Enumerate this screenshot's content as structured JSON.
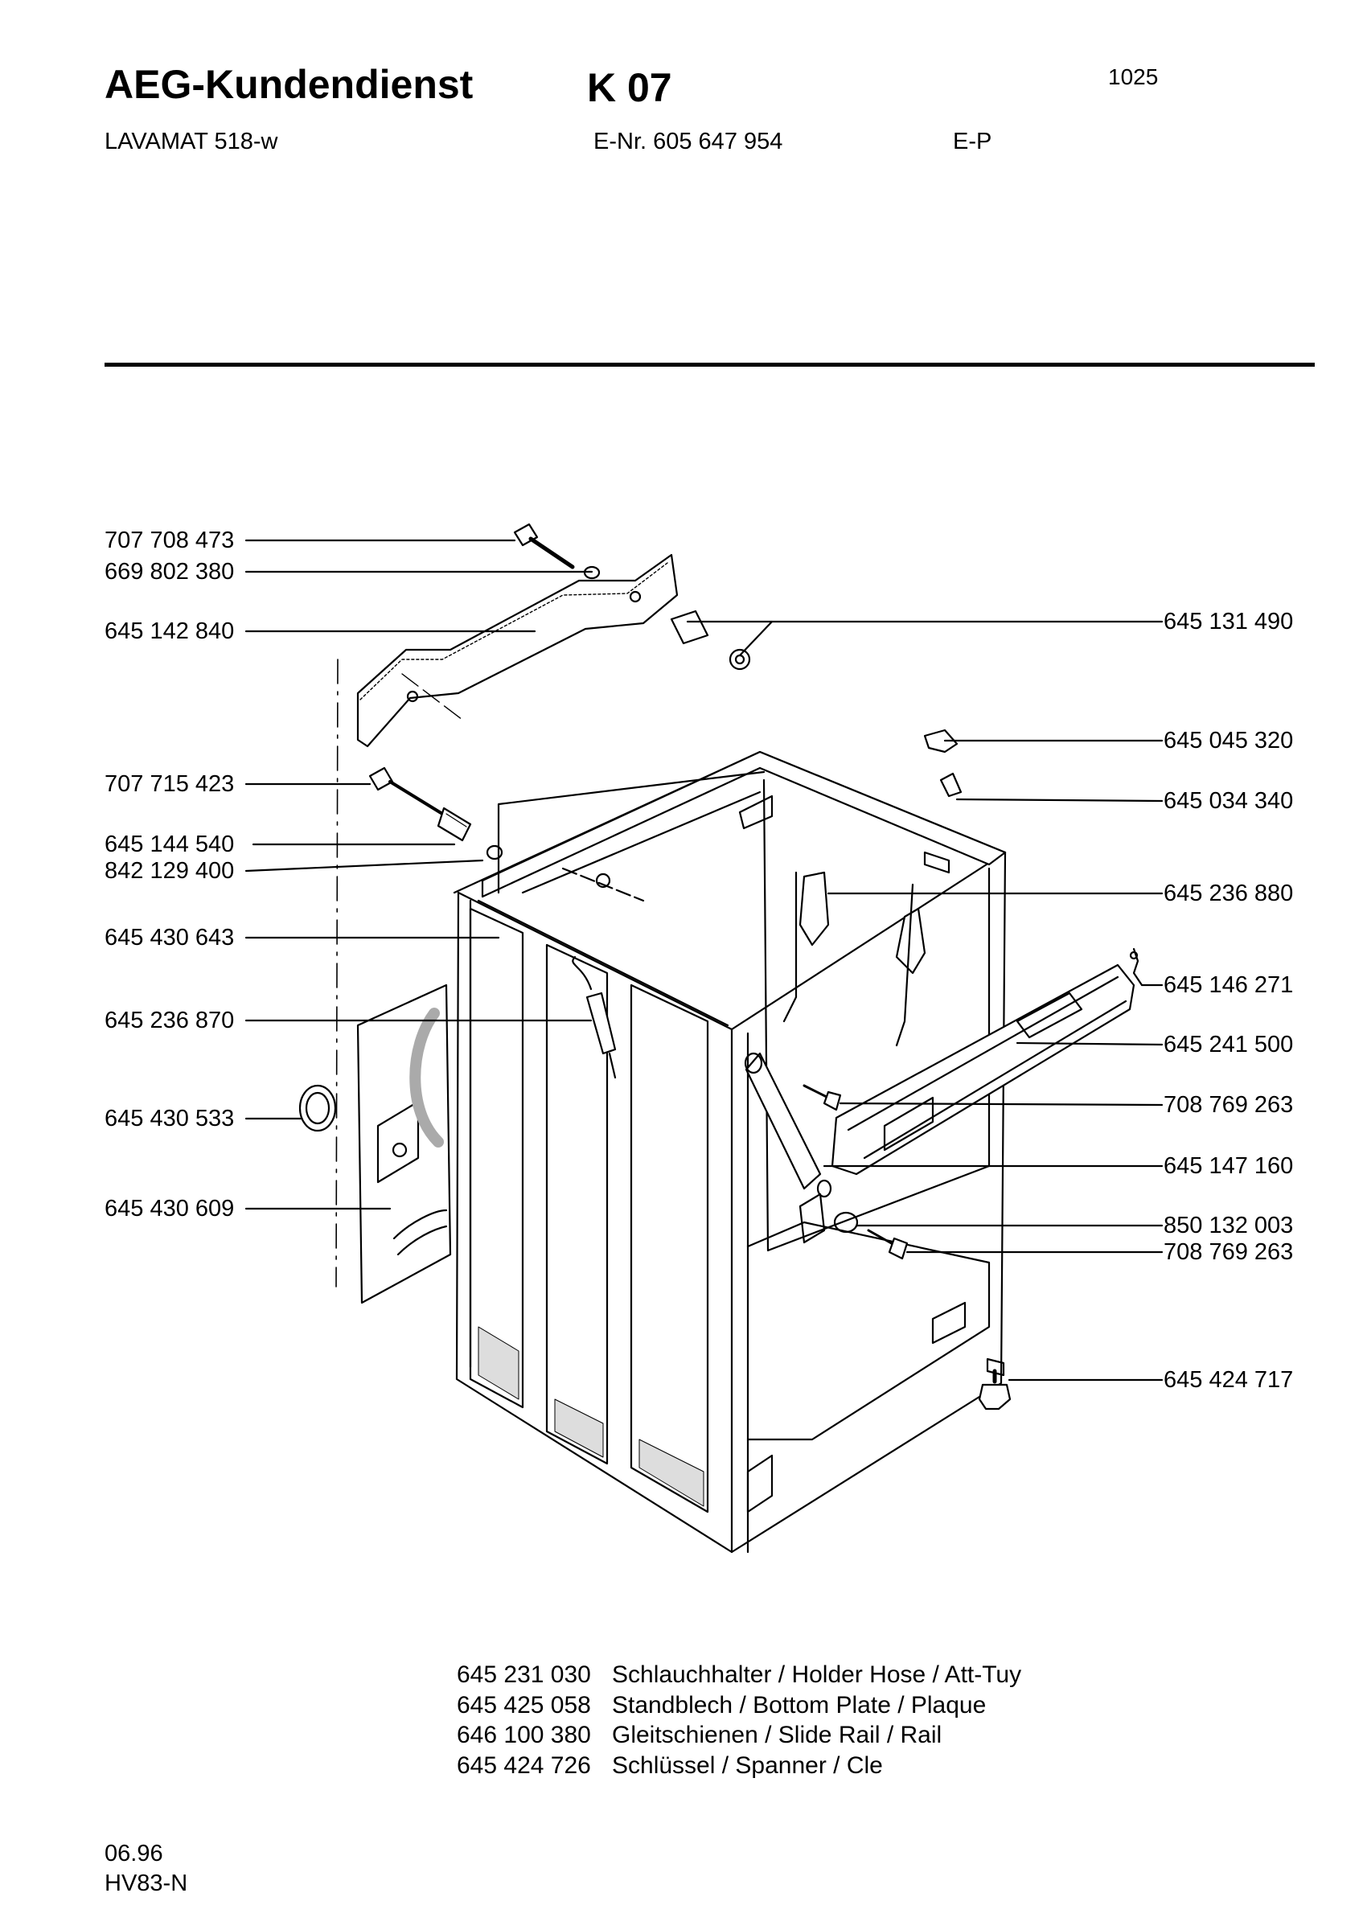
{
  "header": {
    "brand": "AEG-Kundendienst",
    "code": "K 07",
    "page_number": "1025",
    "model": "LAVAMAT 518-w",
    "e_nr": "E-Nr. 605 647 954",
    "region": "E-P"
  },
  "callouts_left": [
    "707 708 473",
    "669 802 380",
    "645 142 840",
    "707 715 423",
    "645 144 540",
    "842 129 400",
    "645 430 643",
    "645 236 870",
    "645 430 533",
    "645 430 609"
  ],
  "callouts_right": [
    "645 131 490",
    "645 045 320",
    "645 034 340",
    "645 236 880",
    "645 146 271",
    "645 241 500",
    "708 769 263",
    "645 147 160",
    "850 132 003",
    "708 769 263",
    "645 424 717"
  ],
  "extra_parts": [
    {
      "number": "645 231 030",
      "description": "Schlauchhalter / Holder Hose / Att-Tuy"
    },
    {
      "number": "645 425 058",
      "description": "Standblech / Bottom Plate / Plaque"
    },
    {
      "number": "646 100 380",
      "description": "Gleitschienen / Slide Rail / Rail"
    },
    {
      "number": "645 424 726",
      "description": "Schlüssel / Spanner / Cle"
    }
  ],
  "footer": {
    "date": "06.96",
    "code": "HV83-N"
  }
}
